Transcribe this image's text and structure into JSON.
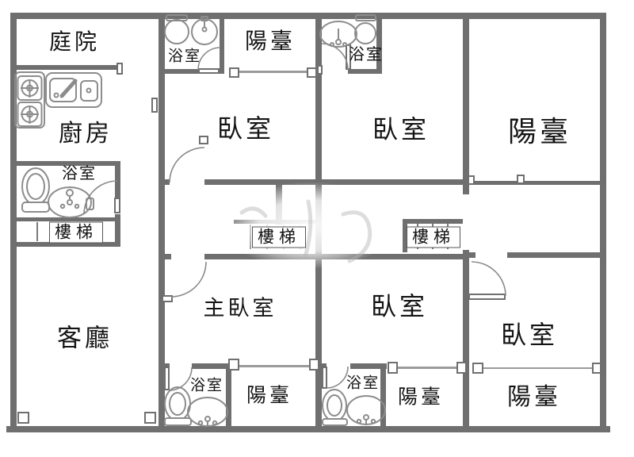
{
  "colors": {
    "wall": "#6f6f6f",
    "thin_line": "#9a9a9a",
    "text": "#141414",
    "fixture": "#8c8c8c"
  },
  "rooms": [
    {
      "id": "courtyard",
      "label": "庭院"
    },
    {
      "id": "kitchen",
      "label": "廚房"
    },
    {
      "id": "bathroom-top-mid",
      "label": "浴室"
    },
    {
      "id": "balcony-top-mid",
      "label": "陽臺"
    },
    {
      "id": "bathroom-top-right",
      "label": "浴室"
    },
    {
      "id": "balcony-top-far-right",
      "label": "陽臺"
    },
    {
      "id": "bedroom-top-left",
      "label": "臥室"
    },
    {
      "id": "bedroom-top-right",
      "label": "臥室"
    },
    {
      "id": "bathroom-left",
      "label": "浴室"
    },
    {
      "id": "stairs-left",
      "label": "樓梯"
    },
    {
      "id": "stairs-center",
      "label": "樓梯"
    },
    {
      "id": "stairs-right",
      "label": "樓梯"
    },
    {
      "id": "living-room",
      "label": "客廳"
    },
    {
      "id": "master-bedroom",
      "label": "主臥室"
    },
    {
      "id": "bedroom-bottom-center",
      "label": "臥室"
    },
    {
      "id": "bedroom-bottom-right",
      "label": "臥室"
    },
    {
      "id": "bathroom-bottom-left",
      "label": "浴室"
    },
    {
      "id": "balcony-bottom-left",
      "label": "陽臺"
    },
    {
      "id": "bathroom-bottom-center",
      "label": "浴室"
    },
    {
      "id": "balcony-bottom-center",
      "label": "陽臺"
    },
    {
      "id": "balcony-bottom-right",
      "label": "陽臺"
    }
  ],
  "plan": {
    "walls": [
      [
        13,
        16,
        752,
        8
      ],
      [
        13,
        16,
        8,
        529
      ],
      [
        757,
        16,
        8,
        529
      ],
      [
        8,
        537,
        762,
        8
      ],
      [
        200,
        24,
        8,
        513
      ],
      [
        398,
        24,
        8,
        513
      ],
      [
        584,
        24,
        8,
        221
      ],
      [
        584,
        315,
        8,
        222
      ],
      [
        21,
        82,
        127,
        6
      ],
      [
        277,
        24,
        6,
        69
      ],
      [
        208,
        87,
        42,
        6
      ],
      [
        475,
        24,
        7,
        69
      ],
      [
        439,
        87,
        43,
        6
      ],
      [
        21,
        203,
        131,
        6
      ],
      [
        145,
        203,
        7,
        46
      ],
      [
        145,
        270,
        7,
        40
      ],
      [
        21,
        274,
        131,
        5
      ],
      [
        21,
        305,
        131,
        6
      ],
      [
        200,
        226,
        14,
        7
      ],
      [
        258,
        226,
        334,
        7
      ],
      [
        200,
        320,
        16,
        7
      ],
      [
        258,
        320,
        326,
        7
      ],
      [
        592,
        318,
        8,
        7
      ],
      [
        640,
        318,
        117,
        7
      ],
      [
        208,
        458,
        6,
        7
      ],
      [
        242,
        458,
        53,
        7
      ],
      [
        285,
        458,
        7,
        79
      ],
      [
        406,
        458,
        6,
        7
      ],
      [
        442,
        458,
        46,
        7
      ],
      [
        480,
        458,
        7,
        79
      ],
      [
        592,
        228,
        165,
        5
      ],
      [
        295,
        277,
        103,
        5
      ],
      [
        508,
        276,
        76,
        6
      ],
      [
        508,
        276,
        6,
        42
      ],
      [
        348,
        233,
        8,
        50
      ]
    ],
    "thin_lines": [
      [
        302,
        89,
        85,
        3
      ],
      [
        302,
        460,
        88,
        3
      ],
      [
        496,
        462,
        82,
        3
      ],
      [
        607,
        463,
        141,
        2
      ]
    ],
    "openings": [
      [
        289,
        85,
        13,
        13
      ],
      [
        387,
        85,
        13,
        13
      ],
      [
        191,
        123,
        8,
        19
      ],
      [
        147,
        79,
        8,
        15
      ],
      [
        22,
        519,
        15,
        15
      ],
      [
        182,
        519,
        15,
        15
      ],
      [
        288,
        452,
        14,
        15
      ],
      [
        390,
        452,
        13,
        15
      ],
      [
        489,
        456,
        13,
        15
      ],
      [
        576,
        456,
        13,
        15
      ],
      [
        596,
        457,
        14,
        14
      ],
      [
        747,
        457,
        12,
        14
      ],
      [
        590,
        221,
        9,
        12
      ],
      [
        652,
        220,
        10,
        12
      ],
      [
        400,
        82,
        7,
        12
      ],
      [
        144,
        249,
        8,
        20
      ],
      [
        436,
        56,
        7,
        32
      ],
      [
        207,
        462,
        7,
        30
      ],
      [
        406,
        462,
        7,
        28
      ],
      [
        251,
        171,
        12,
        11
      ],
      [
        204,
        372,
        14,
        9
      ],
      [
        591,
        370,
        47,
        8
      ],
      [
        250,
        86,
        27,
        7
      ]
    ],
    "door_arcs": [
      "M 250 88 A 28 28 0 0 1 278 60",
      "M 439 88 A 33 33 0 0 0 406 55",
      "M 148 228 A 42 42 0 0 0 106 270",
      "M 214 230 A 44 44 0 0 1 258 186",
      "M 260 330 A 44 44 0 0 1 216 374",
      "M 638 373 A 43 43 0 0 0 595 330",
      "M 213 492 A 29 29 0 0 0 242 463",
      "M 412 489 A 27 27 0 0 0 439 462"
    ],
    "stair_treads": [
      [
        47,
        280,
        304
      ],
      [
        73,
        280,
        304
      ],
      [
        99,
        280,
        304
      ],
      [
        125,
        280,
        304
      ],
      [
        316,
        283,
        314
      ],
      [
        337,
        283,
        314
      ],
      [
        358,
        283,
        314
      ],
      [
        379,
        283,
        314
      ],
      [
        527,
        282,
        314
      ],
      [
        546,
        282,
        314
      ],
      [
        565,
        282,
        314
      ]
    ]
  }
}
